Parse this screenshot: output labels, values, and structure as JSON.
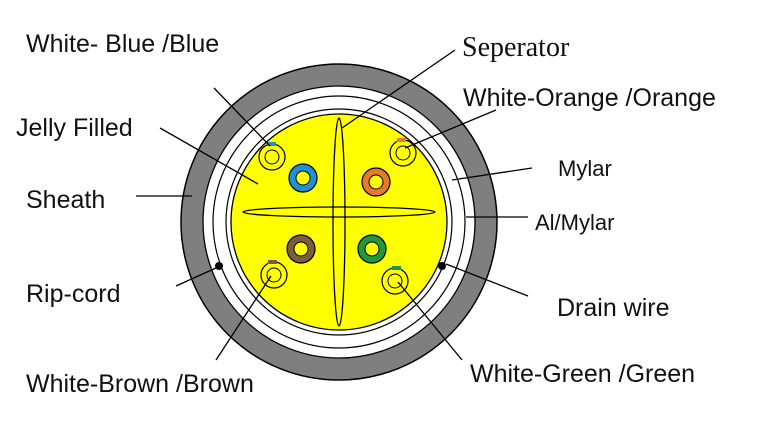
{
  "labels": {
    "white_blue": "White- Blue /Blue",
    "jelly": "Jelly Filled",
    "sheath": "Sheath",
    "rip_cord": "Rip-cord",
    "white_brown": "White-Brown /Brown",
    "separator": "Seperator",
    "white_orange": "White-Orange /Orange",
    "mylar": "Mylar",
    "al_mylar": "Al/Mylar",
    "drain_wire": "Drain wire",
    "white_green": "White-Green /Green"
  },
  "colors": {
    "sheath": "#7f7f7f",
    "fill": "#ffff00",
    "blue": "#1e90d6",
    "orange": "#e8782a",
    "brown": "#7a5c3e",
    "green": "#1f9a3a",
    "white_conductor": "#ffff00",
    "stripe_blue": "#1e90d6",
    "stripe_orange": "#e8782a",
    "stripe_brown": "#7a5c3e",
    "stripe_green": "#1f9a3a"
  }
}
